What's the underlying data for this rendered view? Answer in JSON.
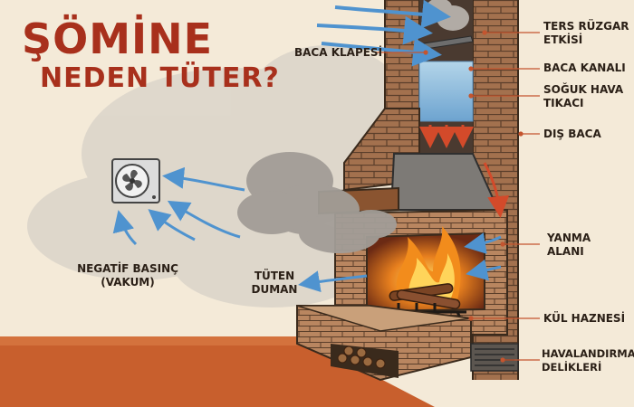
{
  "title": {
    "line1": "ŞÖMİNE",
    "line2": "NEDEN TÜTER?"
  },
  "labels": {
    "baca_klapesi": "BACA KLAPESİ",
    "ters_ruzgar_1": "TERS RÜZGAR",
    "ters_ruzgar_2": "ETKİSİ",
    "baca_kanali": "BACA KANALI",
    "soguk_hava_1": "SOĞUK HAVA",
    "soguk_hava_2": "TIKACI",
    "dis_baca": "DIŞ BACA",
    "yanma_1": "YANMA",
    "yanma_2": "ALANI",
    "kul_haznesi": "KÜL HAZNESİ",
    "havalandirma_1": "HAVALANDIRMA",
    "havalandirma_2": "DELİKLERİ",
    "tuten_1": "TÜTEN",
    "tuten_2": "DUMAN",
    "negatif_1": "NEGATİF BASINÇ",
    "negatif_2": "(VAKUM)"
  },
  "colors": {
    "title": "#a8301c",
    "brick": "#a3714e",
    "brick_dark": "#7d5438",
    "mortar": "#5a3e2a",
    "smoke": "#9e9a95",
    "cold_air": "#8ec3e6",
    "arrow_blue": "#4f93cf",
    "arrow_red": "#d34a2a",
    "floor": "#c85f2d",
    "fire": "#f28c1c"
  },
  "icons": [
    "exhaust-fan-icon",
    "fire-icon",
    "log-grate-icon"
  ]
}
